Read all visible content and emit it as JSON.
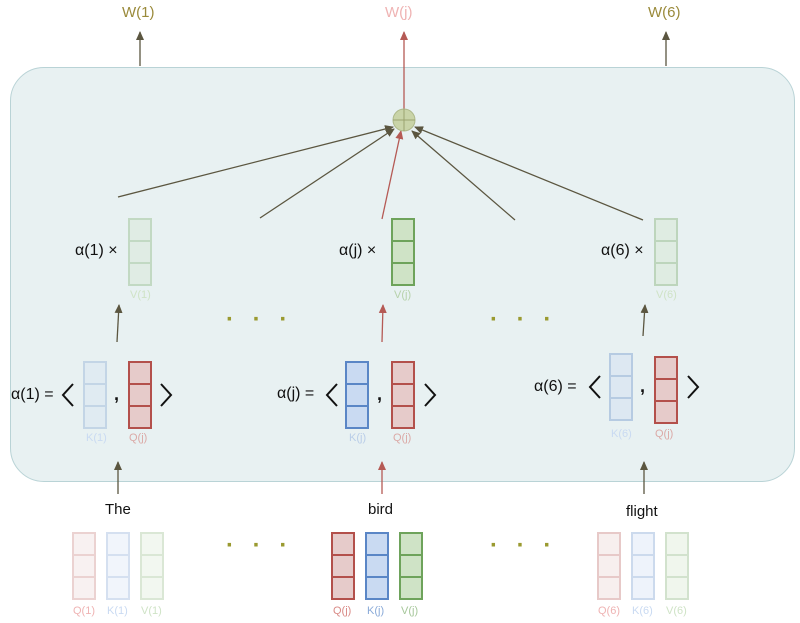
{
  "outputs": {
    "w1": "W(1)",
    "wj": "W(j)",
    "w6": "W(6)"
  },
  "weights": {
    "a1_times": "α(1) ×",
    "aj_times": "α(j)  ×",
    "a6_times": "α(6) ×"
  },
  "scores": {
    "a1_eq": "α(1) =",
    "aj_eq": "α(j) =",
    "a6_eq": "α(6) ="
  },
  "comma": ",",
  "vlabels": {
    "v1": "V(1)",
    "vj": "V(j)",
    "v6": "V(6)"
  },
  "pairs": {
    "k1": "K(1)",
    "qj_a": "Q(j)",
    "kj": "K(j)",
    "qj_b": "Q(j)",
    "k6": "K(6)",
    "qj_c": "Q(j)"
  },
  "words": {
    "w1": "The",
    "wj": "bird",
    "w6": "flight"
  },
  "bottom": {
    "q1": "Q(1)",
    "k1": "K(1)",
    "v1": "V(1)",
    "qj": "Q(j)",
    "kj": "K(j)",
    "vj": "V(j)",
    "q6": "Q(6)",
    "k6": "K(6)",
    "v6": "V(6)"
  },
  "ellipsis": "· · ·",
  "colors": {
    "panel": "#e8f1f2",
    "arrow_dark": "#5b5640",
    "arrow_red": "#b55a55",
    "blue": "#5a86c6",
    "blue_fill": "#c9daf2",
    "red": "#b3504b",
    "red_fill": "#e6cbca",
    "green": "#6ea35b",
    "green_fill": "#cfe3c6",
    "adder": "#c9d4a8"
  }
}
